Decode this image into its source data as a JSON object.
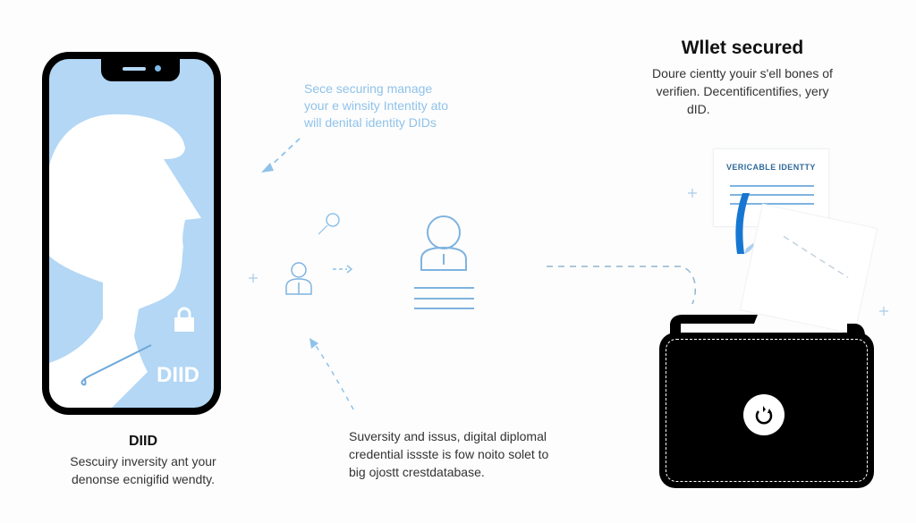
{
  "phone": {
    "screen_label": "DIID",
    "icons": [
      "lock-icon",
      "person-silhouette",
      "hook-icon"
    ]
  },
  "left_caption": {
    "title": "DIID",
    "lines": [
      "Sescuiry inversity ant your",
      "denonse ecnigifid wendty."
    ]
  },
  "top_center_note": {
    "lines": [
      "Sece securing manage",
      "your e winsity Intentity ato",
      "will denital identity DIDs"
    ]
  },
  "center_caption": {
    "lines": [
      "Suversity and issus, digital diplomal",
      "credential issste is fow noito solet to",
      "big ojostt crestdatabase."
    ]
  },
  "right_header": {
    "title": "Wllet secured",
    "lines": [
      "Doure cientty youir s'ell bones of",
      "verifien. Decentificentifies, yery",
      "dID."
    ]
  },
  "credential_card": {
    "title": "VERICABLE IDENTTY"
  },
  "wallet": {
    "center_icon": "refresh-icon"
  },
  "colors": {
    "accent_blue": "#8fc2ea",
    "screen_blue": "#b3d7f5",
    "ribbon_blue": "#1677d2",
    "wallet_black": "#000000",
    "card_title": "#2f6a9a"
  }
}
